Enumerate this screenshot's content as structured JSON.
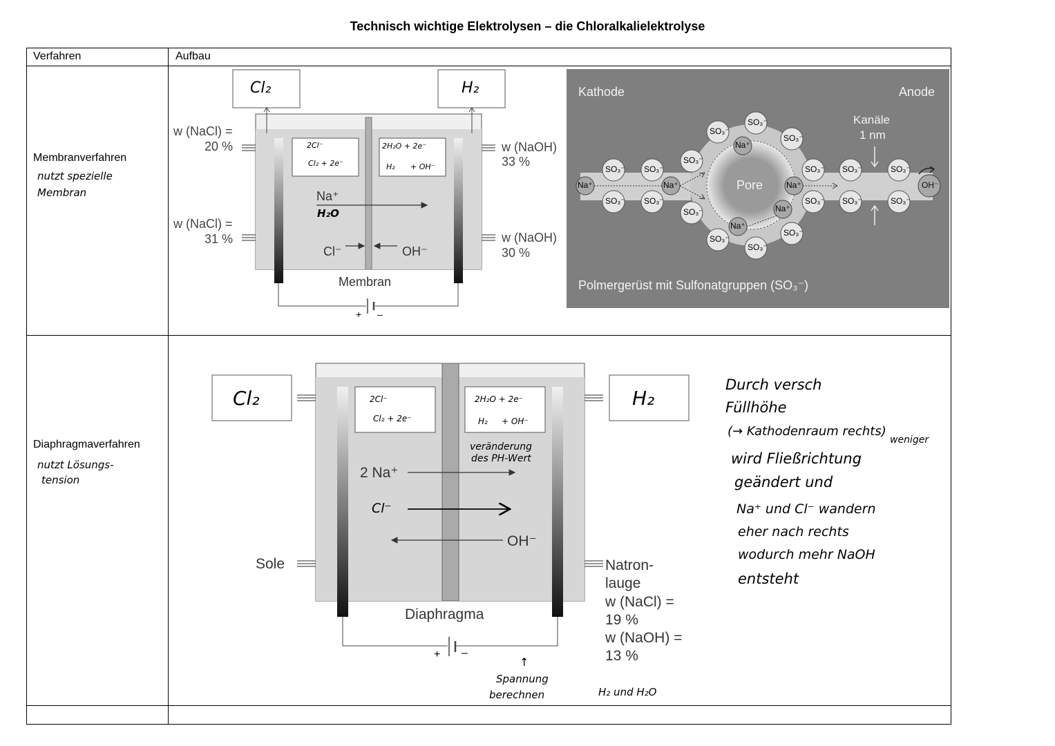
{
  "title": "Technisch wichtige Elektrolysen – die Chloralkalielektrolyse",
  "table": {
    "col_headers": [
      "Verfahren",
      "Aufbau"
    ],
    "rows": [
      {
        "verfahren": "Membranverfahren",
        "note_line1": "nutzt spezielle",
        "note_line2": "Membran"
      },
      {
        "verfahren": "Diaphragmaverfahren",
        "note_line1": "nutzt Lösungs-",
        "note_line2": "tension"
      }
    ]
  },
  "membrane": {
    "cl2": "Cl₂",
    "h2": "H₂",
    "w_nacl_in_label": "w (NaCl) =",
    "w_nacl_in_val": "20 %",
    "w_nacl_out_label": "w (NaCl) =",
    "w_nacl_out_val": "31 %",
    "w_naoh_out_label": "w (NaOH)",
    "w_naoh_out_val": "33 %",
    "w_naoh_in_label": "w (NaOH)",
    "w_naoh_in_val": "30 %",
    "anode_r1": "2Cl⁻",
    "anode_r2": "Cl₂ + 2e⁻",
    "cathode_r1": "2H₂O + 2e⁻",
    "cathode_r2a": "H₂",
    "cathode_r2b": "+ OH⁻",
    "na": "Na⁺",
    "h2o": "H₂O",
    "cl_minus": "Cl⁻",
    "oh_minus": "OH⁻",
    "membran": "Membran",
    "plus": "+",
    "minus": "–"
  },
  "pore": {
    "kathode": "Kathode",
    "anode": "Anode",
    "kanaele": "Kanäle",
    "nm": "1 nm",
    "pore": "Pore",
    "na": "Na⁺",
    "so3": "SO₃⁻",
    "oh": "OH⁻",
    "caption": "Polmergerüst mit Sulfonatgruppen (SO₃⁻)"
  },
  "diaphragm": {
    "cl2": "Cl₂",
    "h2": "H₂",
    "anode_r1": "2Cl⁻",
    "anode_r2": "Cl₂ + 2e⁻",
    "cathode_r1": "2H₂O + 2e⁻",
    "cathode_r2a": "H₂",
    "cathode_r2b": "+ OH⁻",
    "ph_note1": "veränderung",
    "ph_note2": "des PH-Wert",
    "na": "2 Na⁺",
    "cl": "Cl⁻",
    "oh": "OH⁻",
    "sole": "Sole",
    "natron1": "Natron-",
    "natron2": "lauge",
    "w1": "w (NaCl) =",
    "w1v": "19 %",
    "w2": "w (NaOH) =",
    "w2v": "13 %",
    "diaphragma": "Diaphragma",
    "plus": "+",
    "minus": "–",
    "arrow_note": "↑",
    "spannung1": "Spannung",
    "spannung2": "berechnen",
    "h2_h2o": "H₂  und  H₂O"
  },
  "notes": {
    "l1": "Durch  versch",
    "l2": "Füllhöhe",
    "l3": "(→ Kathodenraum  rechts)",
    "l3b": "weniger",
    "l4": "wird  Fließrichtung",
    "l5": "geändert  und",
    "l6": "Na⁺   und   Cl⁻   wandern",
    "l7": "eher    nach    rechts",
    "l8": "wodurch   mehr  NaOH",
    "l9": "entsteht"
  }
}
